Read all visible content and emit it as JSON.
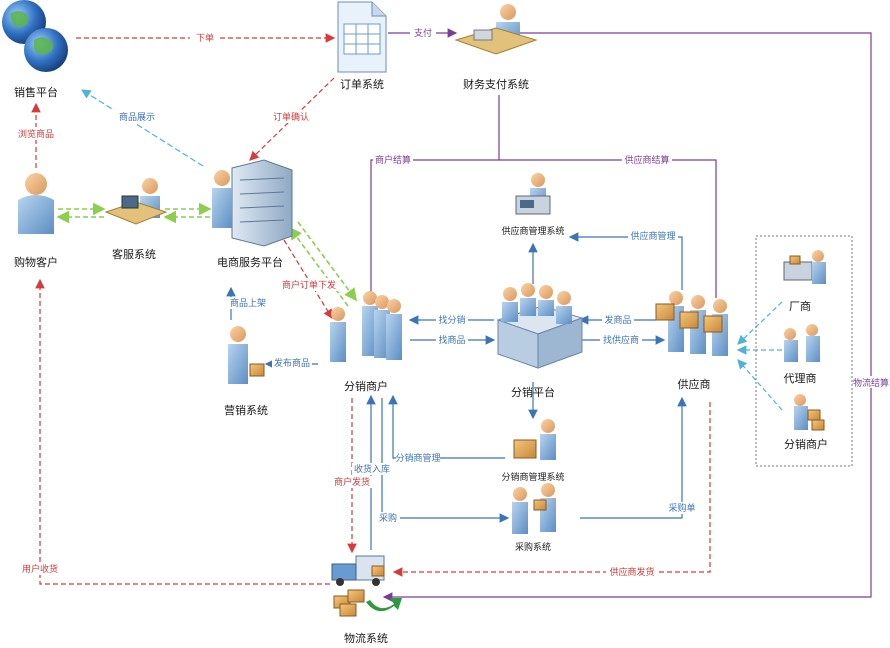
{
  "nodes": {
    "sales_platform": "销售平台",
    "order_system": "订单系统",
    "finance_system": "财务支付系统",
    "shopper": "购物客户",
    "cs_system": "客服系统",
    "ec_platform": "电商服务平台",
    "marketing": "营销系统",
    "dist_merchant": "分销商户",
    "dist_platform": "分销平台",
    "supplier": "供应商",
    "supplier_mgmt": "供应商管理系统",
    "dist_mgmt": "分销商管理系统",
    "purchase_system": "采购系统",
    "logistics": "物流系统",
    "manufacturer": "厂商",
    "agent": "代理商",
    "dist_merchant2": "分销商户"
  },
  "edges": {
    "place_order": "下单",
    "pay": "支付",
    "browse": "浏览商品",
    "show_goods": "商品展示",
    "order_confirm": "订单确认",
    "merchant_settle": "商户结算",
    "supplier_settle": "供应商结算",
    "logistics_settle": "物流结算",
    "supplier_manage": "供应商管理",
    "merchant_order": "商户订单下发",
    "shelve": "商品上架",
    "publish": "发布商品",
    "find_dist": "找分销",
    "find_goods": "找商品",
    "ship_goods": "发商品",
    "find_supplier": "找供应商",
    "dist_manage": "分销商管理",
    "receive_stock": "收货入库",
    "merchant_ship": "商户发货",
    "purchase": "采购",
    "purchase_order": "采购单",
    "user_receive": "用户收货",
    "supplier_ship": "供应商发货"
  },
  "colors": {
    "red": "#d63a3a",
    "blue": "#3b74b8",
    "cyan": "#4db3d9",
    "green": "#8ccf4a",
    "purple": "#7a3d9a"
  }
}
